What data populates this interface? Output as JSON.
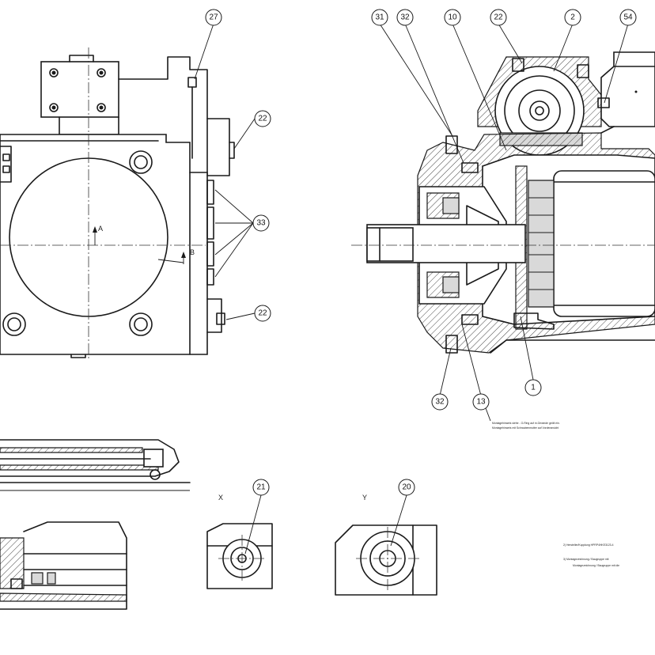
{
  "balloons": {
    "b27": "27",
    "b22a": "22",
    "b33": "33",
    "b22b": "22",
    "b31": "31",
    "b32a": "32",
    "b10": "10",
    "b22c": "22",
    "b2": "2",
    "b54": "54",
    "b32b": "32",
    "b13": "13",
    "b1": "1",
    "b21": "21",
    "b20": "20"
  },
  "view_labels": {
    "x": "X",
    "y": "Y",
    "arrow_a": "A",
    "arrow_b": "B"
  },
  "notes": {
    "section_note_line1": "Montagehinweis siehe - O-Ring auf m.Gewinde geölt ein.",
    "section_note_line2": "Montagehinweis mit Schraubenmutter auf Vorderansicht",
    "legend_line1": "2) Hersteller/Kupplung HPRP4HKE3123-4",
    "legend_line2": "3) Montagezeichnung / Baugruppe mit",
    "legend_line3": "Montagezeichnung / Baugruppe mit die"
  }
}
